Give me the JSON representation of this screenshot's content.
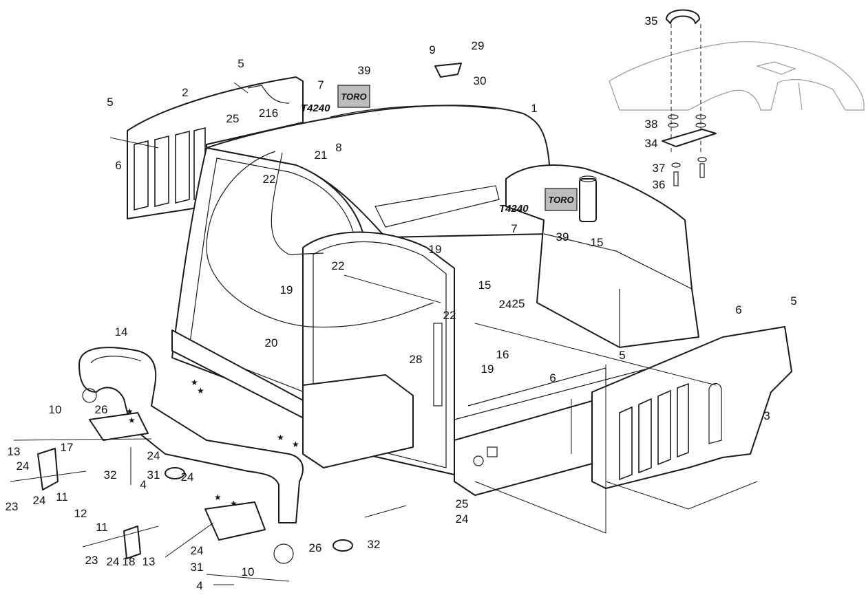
{
  "diagram": {
    "type": "exploded-parts-view",
    "decal_brand": "TORO",
    "model_label": "T4240",
    "callouts": [
      "35",
      "9",
      "29",
      "39",
      "30",
      "5",
      "2",
      "7",
      "1",
      "5",
      "216",
      "25",
      "8",
      "21",
      "6",
      "22",
      "38",
      "34",
      "37",
      "36",
      "39",
      "7",
      "15",
      "22",
      "19",
      "19",
      "22",
      "15",
      "24",
      "25",
      "5",
      "6",
      "14",
      "20",
      "16",
      "28",
      "19",
      "5",
      "6",
      "3",
      "10",
      "26",
      "13",
      "17",
      "24",
      "24",
      "31",
      "32",
      "24",
      "4",
      "23",
      "24",
      "11",
      "12",
      "11",
      "23",
      "24",
      "18",
      "13",
      "24",
      "31",
      "10",
      "4",
      "26",
      "32",
      "25",
      "24"
    ],
    "star_marker": "★"
  }
}
